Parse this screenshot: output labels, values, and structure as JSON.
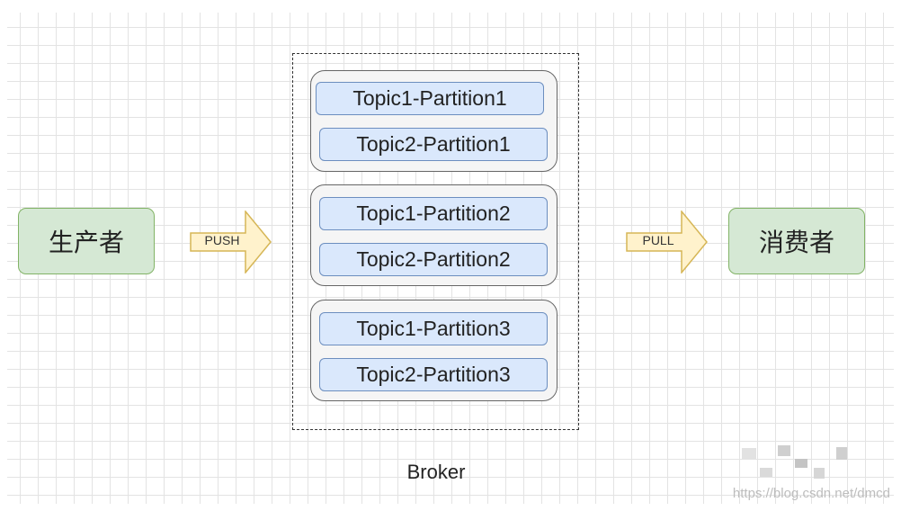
{
  "producer": {
    "label": "生产者"
  },
  "consumer": {
    "label": "消费者"
  },
  "arrows": {
    "push": "PUSH",
    "pull": "PULL"
  },
  "broker": {
    "label": "Broker",
    "groups": [
      [
        "Topic1-Partition1",
        "Topic2-Partition1"
      ],
      [
        "Topic1-Partition2",
        "Topic2-Partition2"
      ],
      [
        "Topic1-Partition3",
        "Topic2-Partition3"
      ]
    ]
  },
  "watermark": {
    "text": "https://blog.csdn.net/dmcd"
  },
  "colors": {
    "actor_fill": "#d5e8d4",
    "actor_border": "#82b366",
    "partition_fill": "#dae8fc",
    "partition_border": "#6c8ebf",
    "arrow_fill": "#fff2cc",
    "arrow_border": "#d6b656",
    "group_fill": "#f5f5f5"
  }
}
